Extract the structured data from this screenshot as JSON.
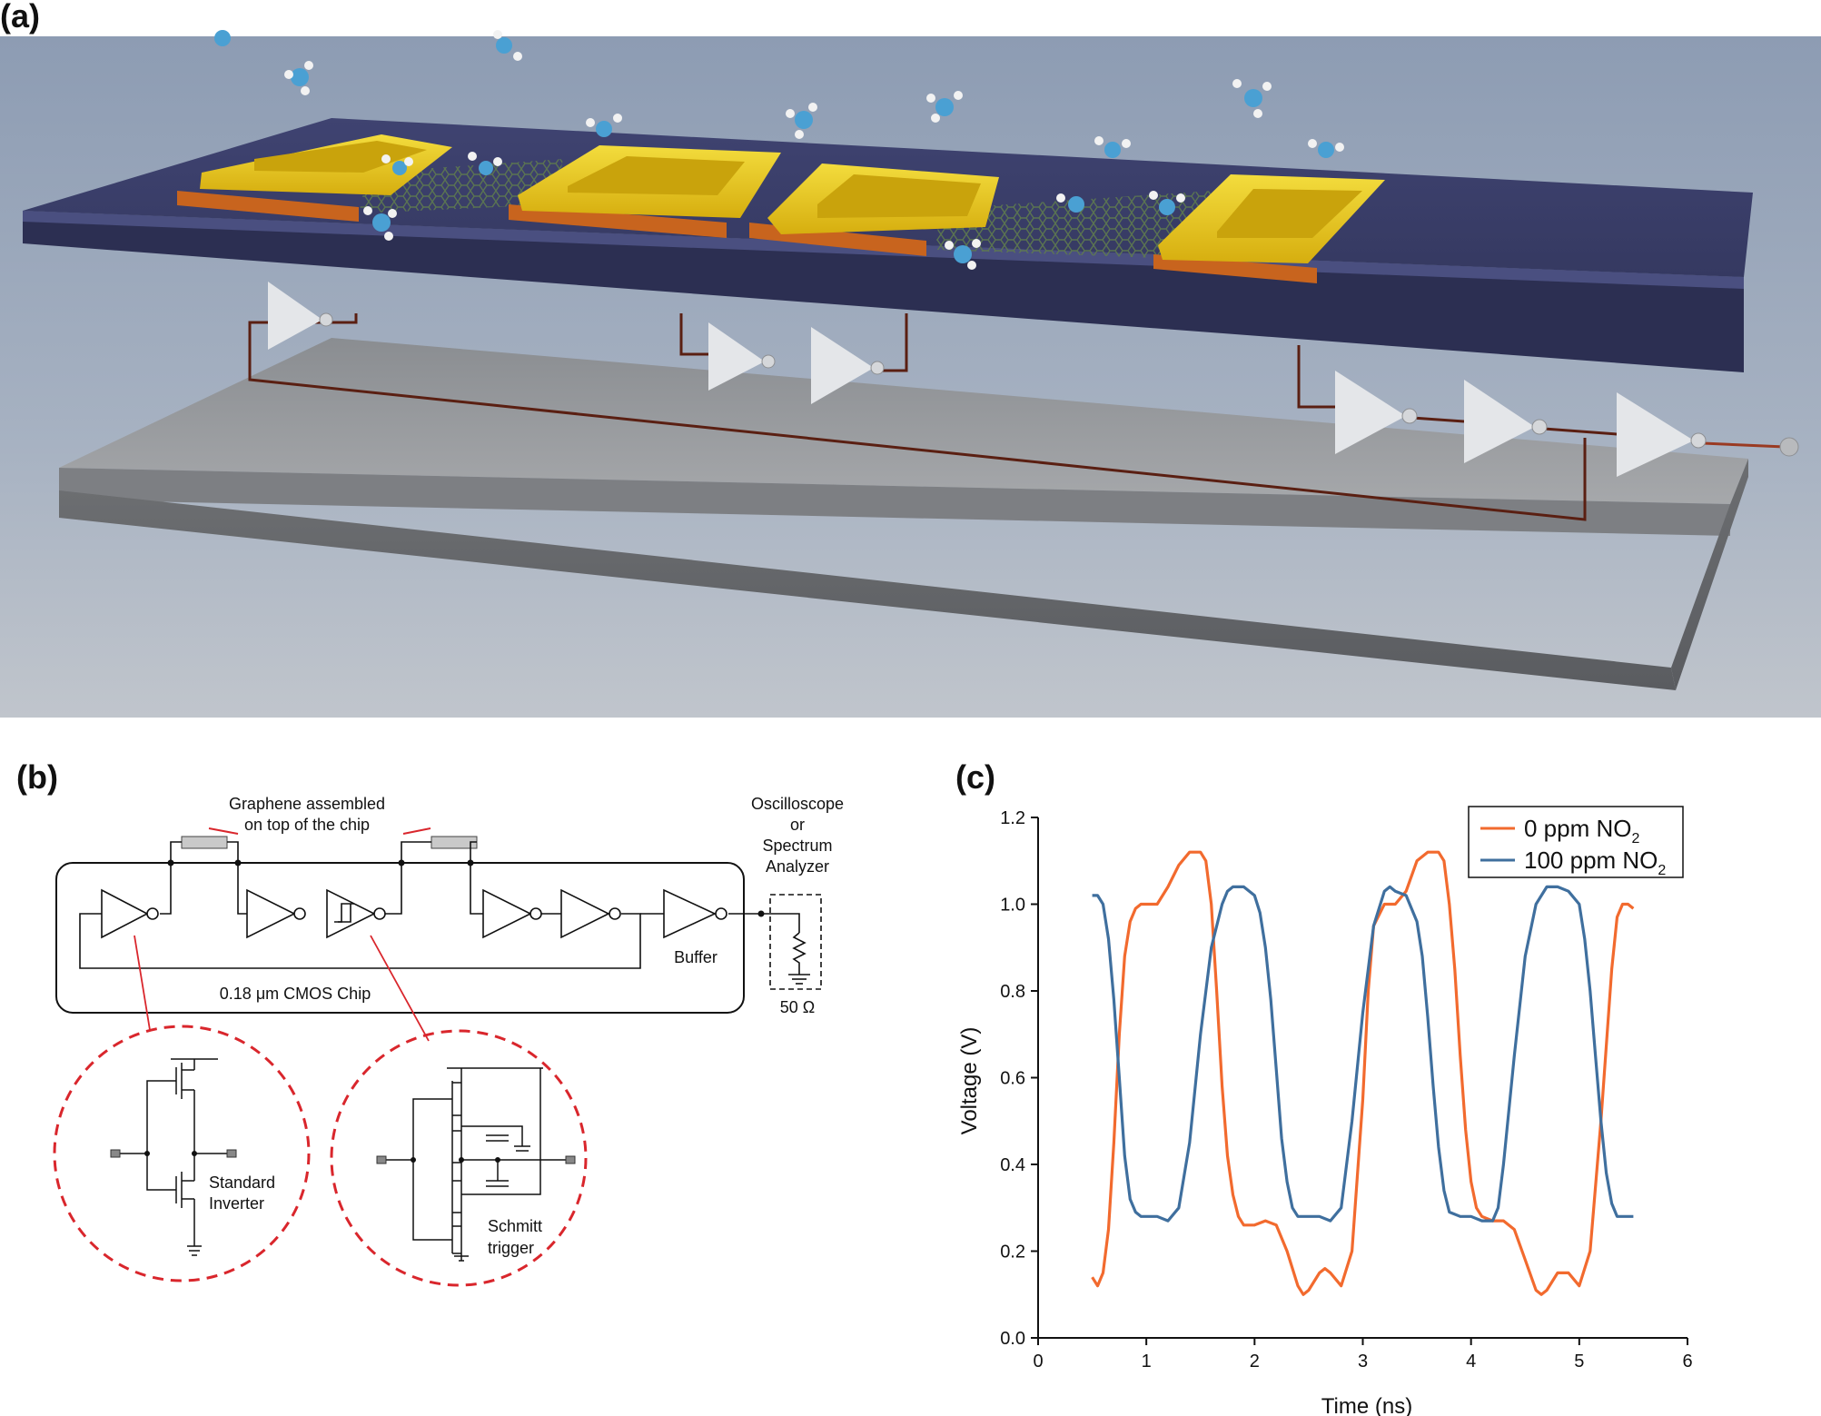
{
  "panels": {
    "a": "(a)",
    "b": "(b)",
    "c": "(c)"
  },
  "circuit": {
    "graphene_label_line1": "Graphene assembled",
    "graphene_label_line2": "on top of the chip",
    "instrument_line1": "Oscilloscope",
    "instrument_line2": "or",
    "instrument_line3": "Spectrum",
    "instrument_line4": "Analyzer",
    "buffer_label": "Buffer",
    "chip_label": "0.18 μm CMOS Chip",
    "load_label": "50 Ω",
    "inverter_label_line1": "Standard",
    "inverter_label_line2": "Inverter",
    "schmitt_label_line1": "Schmitt",
    "schmitt_label_line2": "trigger"
  },
  "colors": {
    "series_0ppm": "#f26a2e",
    "series_100ppm": "#3f6f9e",
    "dashed_circle": "#d9262c",
    "substrate_top": "#3d4170",
    "gold_contact": "#e8c51a",
    "copper_edge": "#c8641e"
  },
  "chart_data": {
    "type": "line",
    "xlabel": "Time (ns)",
    "ylabel": "Voltage (V)",
    "xlim": [
      0,
      6
    ],
    "ylim": [
      0,
      1.2
    ],
    "xticks": [
      "0",
      "1",
      "2",
      "3",
      "4",
      "5",
      "6"
    ],
    "yticks": [
      "0.0",
      "0.2",
      "0.4",
      "0.6",
      "0.8",
      "1.0",
      "1.2"
    ],
    "legend_position": "top-right",
    "legend_labels": {
      "s0_prefix": "0 ppm NO",
      "s0_sub": "2",
      "s1_prefix": "100 ppm NO",
      "s1_sub": "2"
    },
    "series": [
      {
        "name": "0 ppm NO2",
        "color": "#f26a2e",
        "x": [
          0.5,
          0.55,
          0.6,
          0.65,
          0.7,
          0.75,
          0.8,
          0.85,
          0.9,
          0.95,
          1.0,
          1.1,
          1.2,
          1.3,
          1.4,
          1.5,
          1.55,
          1.6,
          1.65,
          1.7,
          1.75,
          1.8,
          1.85,
          1.9,
          1.95,
          2.0,
          2.1,
          2.2,
          2.3,
          2.4,
          2.45,
          2.5,
          2.6,
          2.65,
          2.7,
          2.8,
          2.9,
          3.0,
          3.05,
          3.1,
          3.2,
          3.3,
          3.4,
          3.5,
          3.6,
          3.7,
          3.75,
          3.8,
          3.85,
          3.9,
          3.95,
          4.0,
          4.05,
          4.1,
          4.2,
          4.3,
          4.4,
          4.5,
          4.6,
          4.65,
          4.7,
          4.8,
          4.9,
          5.0,
          5.1,
          5.2,
          5.3,
          5.35,
          5.4,
          5.45,
          5.5
        ],
        "y": [
          0.14,
          0.12,
          0.15,
          0.25,
          0.45,
          0.7,
          0.88,
          0.96,
          0.99,
          1.0,
          1.0,
          1.0,
          1.04,
          1.09,
          1.12,
          1.12,
          1.1,
          1.0,
          0.8,
          0.58,
          0.42,
          0.33,
          0.28,
          0.26,
          0.26,
          0.26,
          0.27,
          0.26,
          0.2,
          0.12,
          0.1,
          0.11,
          0.15,
          0.16,
          0.15,
          0.12,
          0.2,
          0.55,
          0.8,
          0.95,
          1.0,
          1.0,
          1.03,
          1.1,
          1.12,
          1.12,
          1.1,
          1.0,
          0.85,
          0.65,
          0.48,
          0.36,
          0.3,
          0.28,
          0.27,
          0.27,
          0.25,
          0.18,
          0.11,
          0.1,
          0.11,
          0.15,
          0.15,
          0.12,
          0.2,
          0.5,
          0.85,
          0.97,
          1.0,
          1.0,
          0.99
        ]
      },
      {
        "name": "100 ppm NO2",
        "color": "#3f6f9e",
        "x": [
          0.5,
          0.55,
          0.6,
          0.65,
          0.7,
          0.75,
          0.8,
          0.85,
          0.9,
          0.95,
          1.0,
          1.1,
          1.2,
          1.3,
          1.4,
          1.5,
          1.6,
          1.7,
          1.75,
          1.8,
          1.85,
          1.9,
          2.0,
          2.05,
          2.1,
          2.15,
          2.2,
          2.25,
          2.3,
          2.35,
          2.4,
          2.5,
          2.6,
          2.7,
          2.8,
          2.9,
          3.0,
          3.1,
          3.2,
          3.25,
          3.3,
          3.4,
          3.5,
          3.55,
          3.6,
          3.65,
          3.7,
          3.75,
          3.8,
          3.9,
          4.0,
          4.1,
          4.2,
          4.25,
          4.3,
          4.4,
          4.5,
          4.6,
          4.7,
          4.75,
          4.8,
          4.9,
          5.0,
          5.05,
          5.1,
          5.15,
          5.2,
          5.25,
          5.3,
          5.35,
          5.4,
          5.5
        ],
        "y": [
          1.02,
          1.02,
          1.0,
          0.92,
          0.78,
          0.6,
          0.42,
          0.32,
          0.29,
          0.28,
          0.28,
          0.28,
          0.27,
          0.3,
          0.45,
          0.7,
          0.9,
          1.0,
          1.03,
          1.04,
          1.04,
          1.04,
          1.02,
          0.98,
          0.9,
          0.78,
          0.62,
          0.46,
          0.36,
          0.3,
          0.28,
          0.28,
          0.28,
          0.27,
          0.3,
          0.5,
          0.75,
          0.95,
          1.03,
          1.04,
          1.03,
          1.02,
          0.96,
          0.88,
          0.74,
          0.58,
          0.44,
          0.34,
          0.29,
          0.28,
          0.28,
          0.27,
          0.27,
          0.3,
          0.4,
          0.65,
          0.88,
          1.0,
          1.04,
          1.04,
          1.04,
          1.03,
          1.0,
          0.92,
          0.8,
          0.65,
          0.5,
          0.38,
          0.31,
          0.28,
          0.28,
          0.28
        ]
      }
    ]
  }
}
